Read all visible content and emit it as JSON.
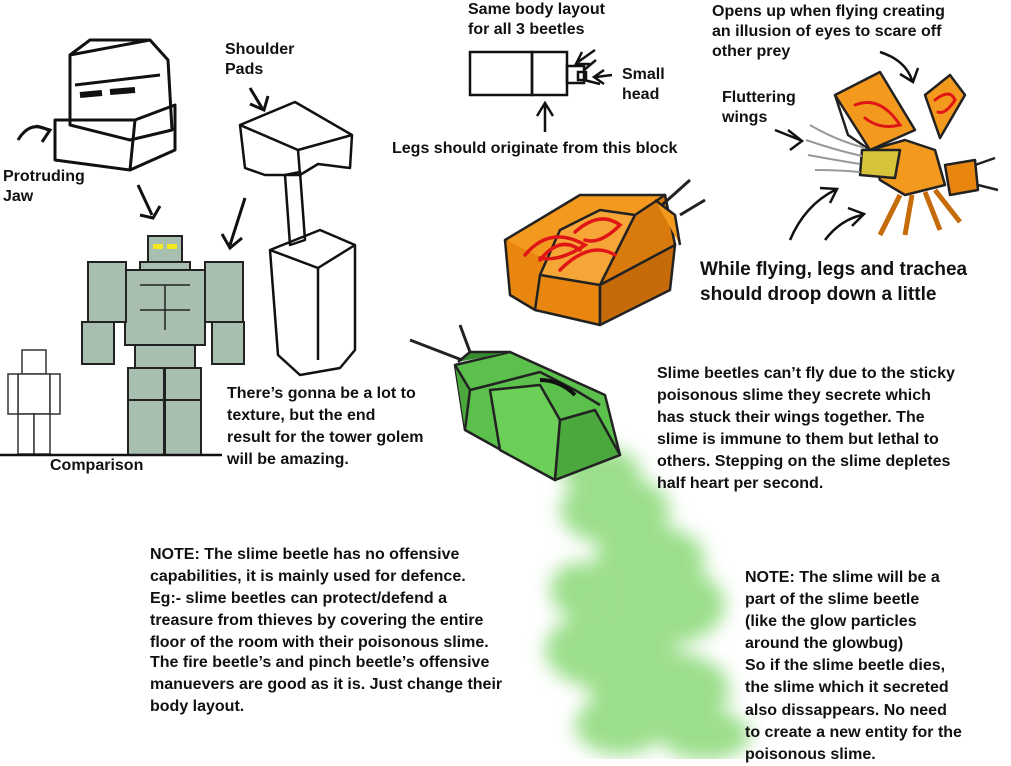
{
  "colors": {
    "golem_fill": "#a8bfb0",
    "golem_eyes": "#f2e81c",
    "beetle_orange": "#f39a1e",
    "beetle_orange_dark": "#c56b0a",
    "eye_red": "#e01616",
    "beetle_green": "#5cc04c",
    "beetle_green_dark": "#378a30",
    "slime_green": "#8ad978",
    "ink": "#111111"
  },
  "labels": {
    "protruding_jaw": "Protruding\nJaw",
    "shoulder_pads": "Shoulder\nPads",
    "comparison": "Comparison",
    "body_layout": "Same body layout\nfor all 3 beetles",
    "small_head": "Small\nhead",
    "legs_origin": "Legs should originate from this block",
    "opens_up": "Opens up when flying creating\nan illusion of eyes to scare off\nother prey",
    "fluttering_wings": "Fluttering\nwings",
    "flying_legs": "While flying, legs and trachea\nshould droop down a little",
    "texture_note": "There’s gonna be a lot to\ntexture, but the end\nresult for the tower golem\nwill be amazing.",
    "slime_fly": "Slime beetles can’t fly due to the sticky\npoisonous slime they secrete which\nhas stuck their wings together. The\nslime is immune to them but lethal to\nothers. Stepping on the slime depletes\nhalf heart per second.",
    "note1_kw": "NOTE:",
    "note1_a": " The slime beetle has no offensive\ncapabilities, it is mainly used for defence.\nEg:- slime beetles can protect/defend a\ntreasure from thieves by covering the entire\nfloor of the room with their poisonous slime.",
    "note1_b": "The fire beetle’s and pinch beetle’s offensive\nmanuevers are good as it is. Just change their\nbody layout.",
    "note2_kw": "NOTE:",
    "note2_a": " The slime will be a\npart of the slime beetle\n(like the glow particles\naround the glowbug)\nSo if the slime beetle dies,\nthe slime which it secreted\nalso dissappears. No need\nto create a new entity for the\npoisonous slime."
  }
}
